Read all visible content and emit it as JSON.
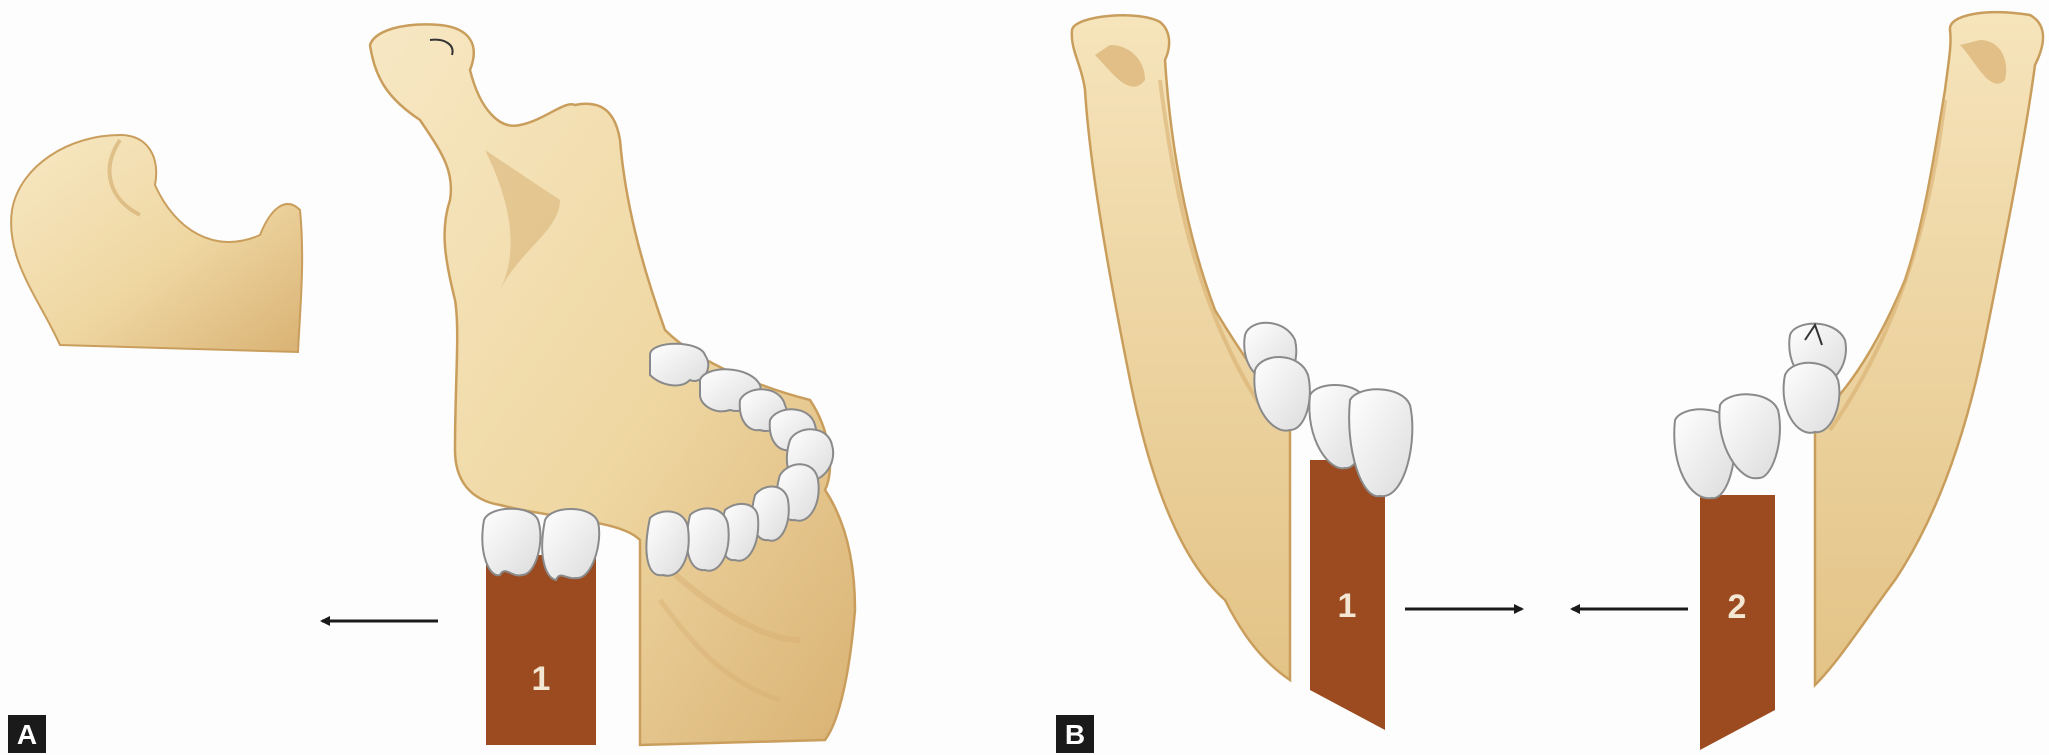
{
  "panels": [
    {
      "label": "A"
    },
    {
      "label": "B"
    }
  ],
  "blocks": {
    "panel_a_block": "1",
    "panel_b_block_left": "1",
    "panel_b_block_right": "2"
  },
  "colors": {
    "bone_fill": "#f1dcaa",
    "bone_shade": "#dcb97a",
    "bone_outline": "#c99e5d",
    "block_fill": "#9b4b1f",
    "tooth_fill": "#ffffff",
    "tooth_outline": "#8a8a8a",
    "arrow": "#1a1a1a",
    "label_bg": "#1a1a1a"
  }
}
